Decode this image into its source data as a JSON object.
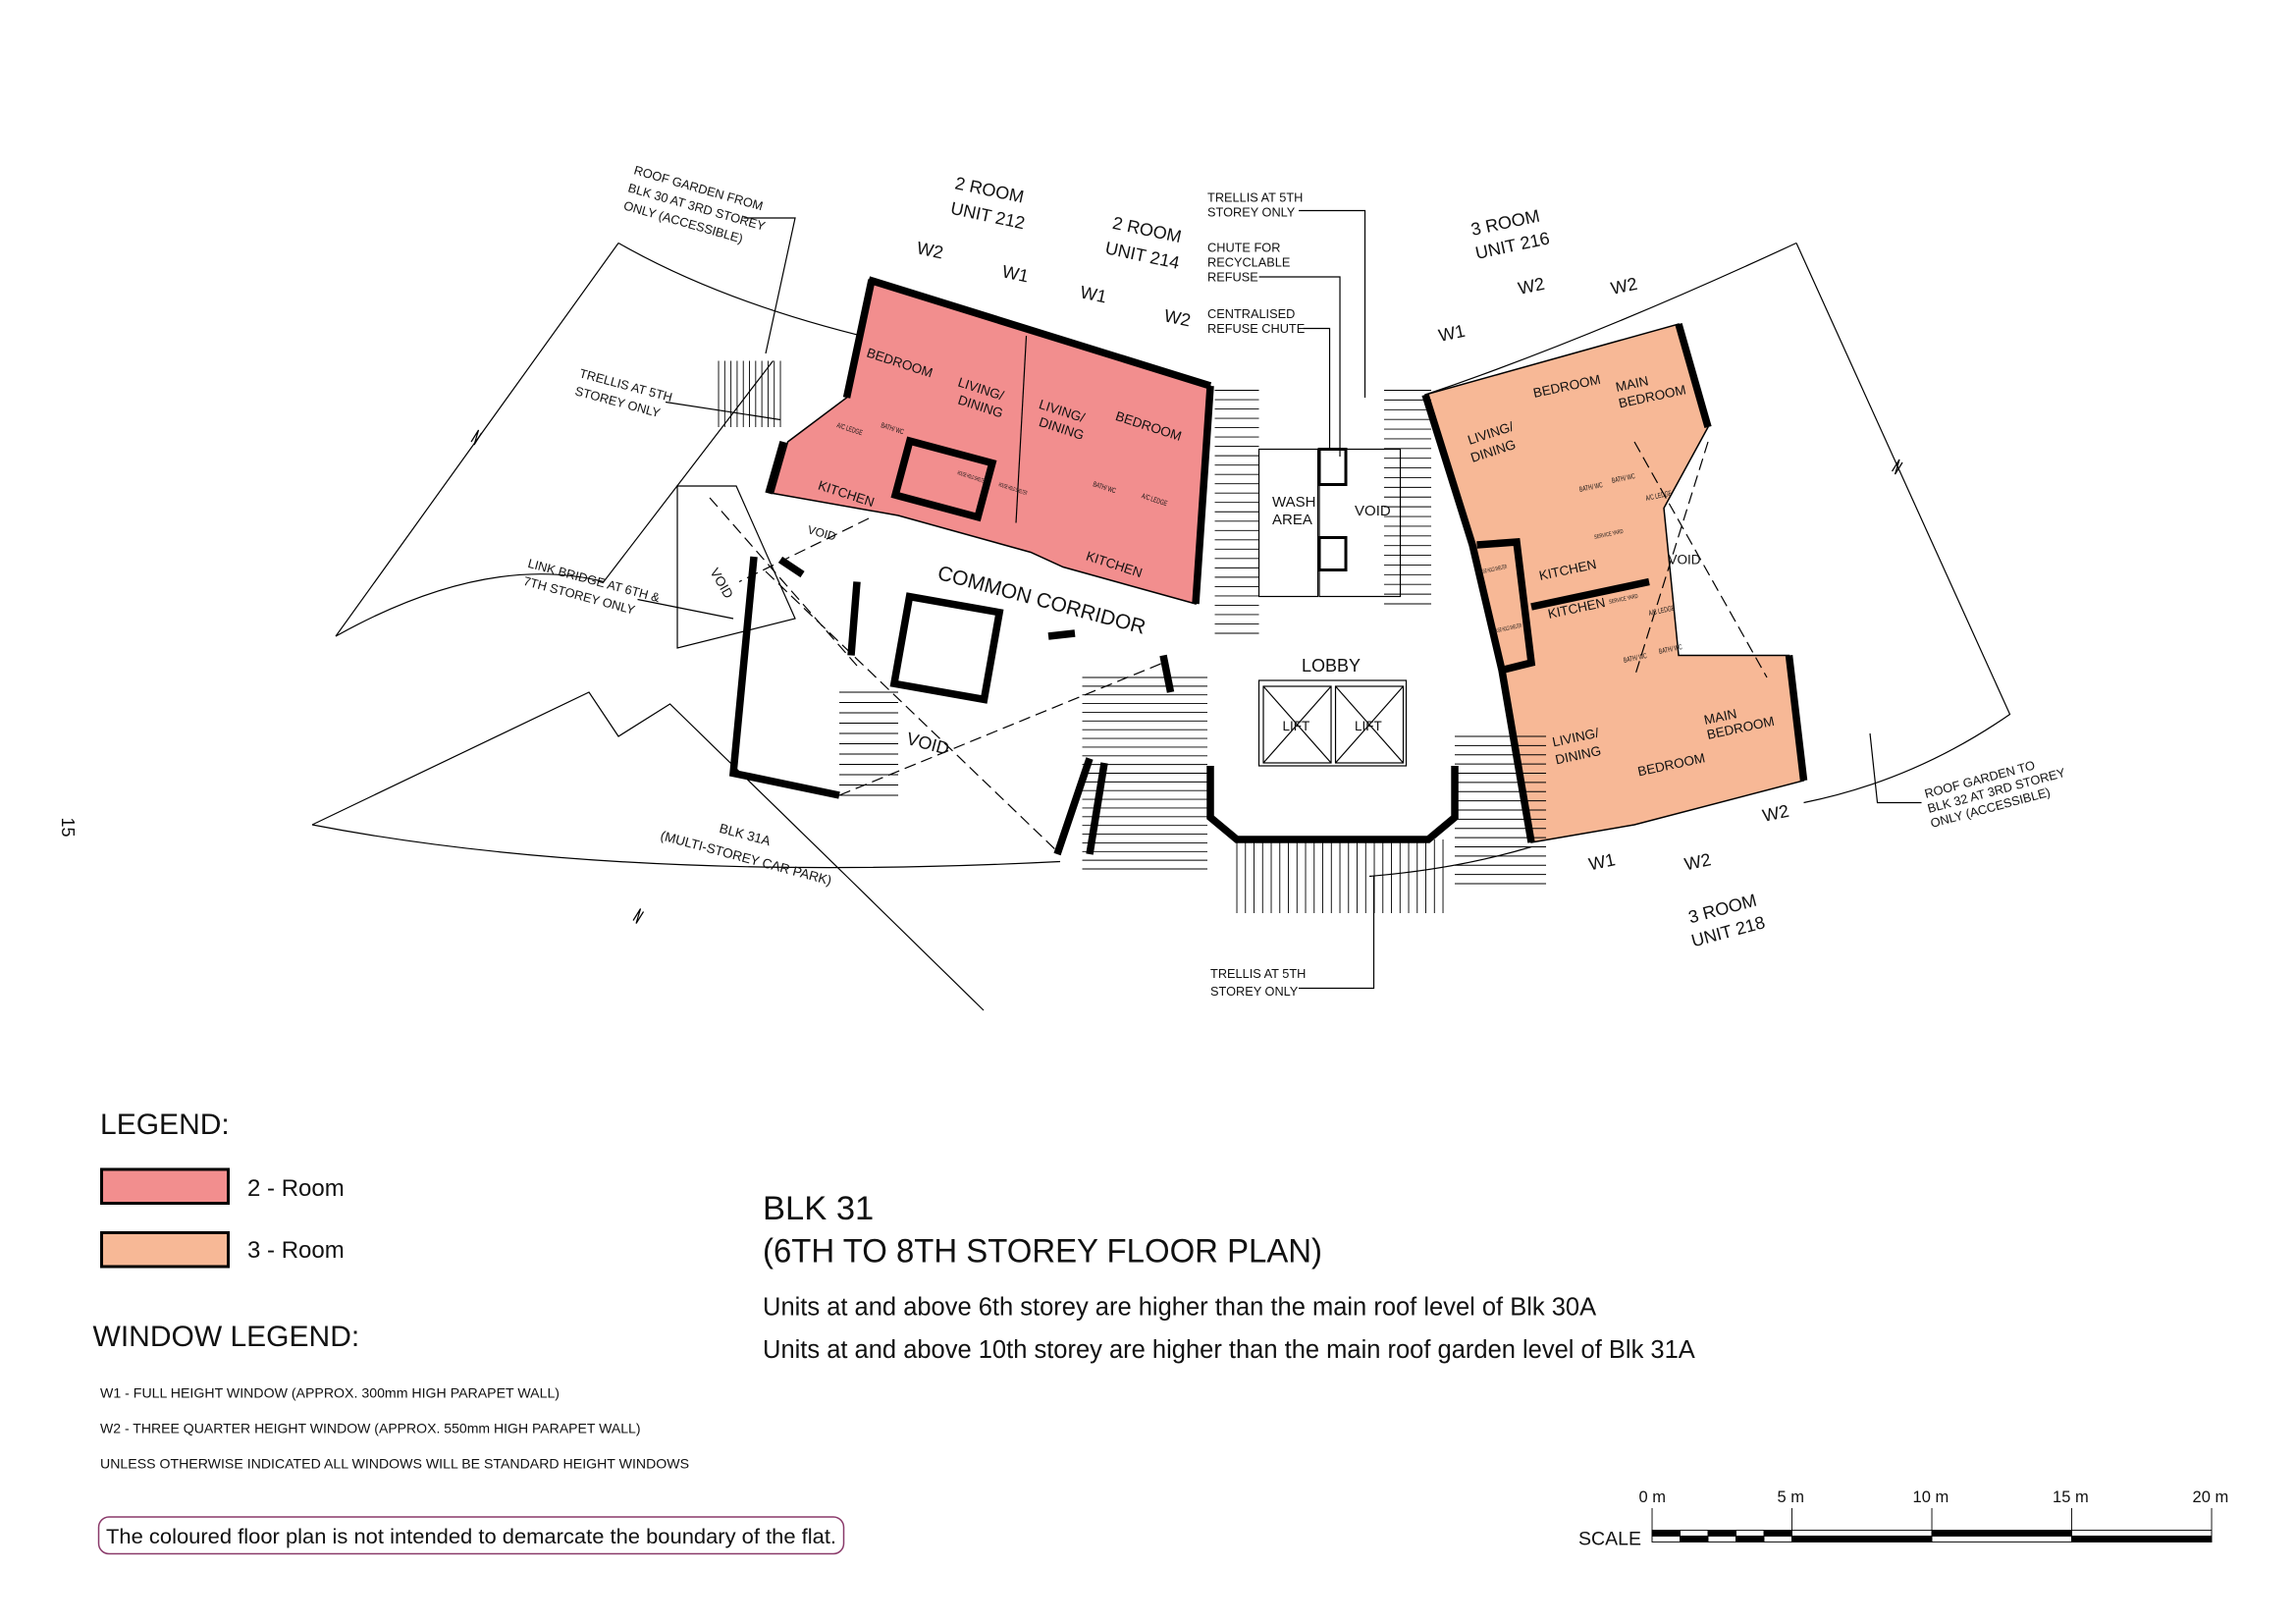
{
  "page_number": "15",
  "legend": {
    "title": "LEGEND:",
    "items": [
      {
        "label": "2 - Room",
        "color": "#f28e8e"
      },
      {
        "label": "3 - Room",
        "color": "#f7b896"
      }
    ]
  },
  "window_legend": {
    "title": "WINDOW LEGEND:",
    "lines": [
      "W1 - FULL HEIGHT WINDOW (APPROX. 300mm HIGH PARAPET WALL)",
      "W2 - THREE QUARTER HEIGHT WINDOW (APPROX. 550mm HIGH PARAPET WALL)",
      "UNLESS OTHERWISE INDICATED ALL WINDOWS WILL BE STANDARD HEIGHT WINDOWS"
    ]
  },
  "disclaimer": "The coloured floor plan is not intended to demarcate the boundary of the flat.",
  "title": {
    "block": "BLK 31",
    "subtitle": "(6TH TO 8TH STOREY FLOOR PLAN)",
    "notes": [
      "Units at and above 6th storey are higher than the main roof level of Blk 30A",
      "Units at and above 10th storey are higher than the main roof garden level of Blk 31A"
    ]
  },
  "scale": {
    "label": "SCALE",
    "ticks": [
      "0 m",
      "5 m",
      "10 m",
      "15 m",
      "20 m"
    ]
  },
  "plan": {
    "labels": [
      "ROOF GARDEN FROM",
      "BLK 30 AT 3RD STOREY",
      "ONLY (ACCESSIBLE)",
      "2 ROOM",
      "UNIT 212",
      "2 ROOM",
      "UNIT 214",
      "W2",
      "W1",
      "W1",
      "W2",
      "TRELLIS AT 5TH",
      "STOREY ONLY",
      "CHUTE FOR",
      "RECYCLABLE",
      "REFUSE",
      "CENTRALISED",
      "REFUSE CHUTE",
      "3 ROOM",
      "UNIT 216",
      "W1",
      "W2",
      "W2",
      "TRELLIS AT 5TH",
      "STOREY ONLY",
      "BEDROOM",
      "LIVING/",
      "DINING",
      "LIVING/",
      "DINING",
      "BEDROOM",
      "KITCHEN",
      "KITCHEN",
      "WASH",
      "AREA",
      "VOID",
      "COMMON CORRIDOR",
      "VOID",
      "LINK BRIDGE AT 6TH &",
      "7TH STOREY ONLY",
      "LOBBY",
      "LIFT",
      "LIFT",
      "VOID",
      "BLK 31A",
      "(MULTI-STOREY CAR PARK)",
      "BEDROOM",
      "MAIN",
      "BEDROOM",
      "LIVING/",
      "DINING",
      "KITCHEN",
      "KITCHEN",
      "VOID",
      "LIVING/",
      "DINING",
      "BEDROOM",
      "MAIN",
      "BEDROOM",
      "W1",
      "W2",
      "W2",
      "3 ROOM",
      "UNIT 218",
      "ROOF GARDEN TO",
      "BLK 32 AT 3RD STOREY",
      "ONLY (ACCESSIBLE)",
      "TRELLIS AT 5TH",
      "STOREY ONLY",
      "BATH/ WC",
      "A/C LEDGE",
      "BATH/ WC",
      "A/C LEDGE",
      "HOUSE HOLD SHELTER",
      "HOUSE HOLD SHELTER",
      "BATH/ WC",
      "BATH/ WC",
      "A/C LEDGE",
      "SERVICE YARD",
      "SERVICE YARD",
      "A/C LEDGE",
      "BATH/ WC",
      "BATH/ WC",
      "HOUSE HOLD SHELTER",
      "HOUSE HOLD SHELTER",
      "VOID"
    ]
  }
}
